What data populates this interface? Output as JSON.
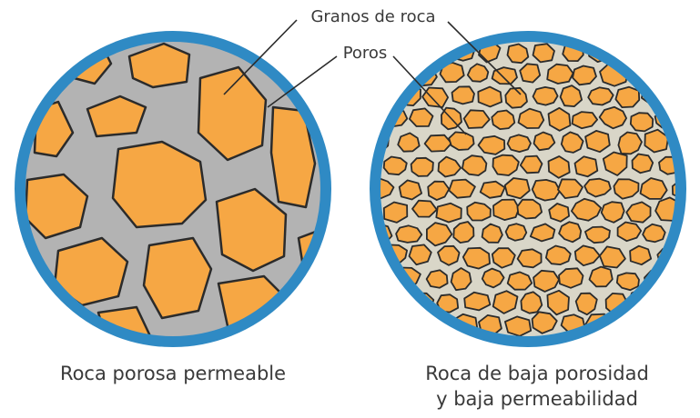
{
  "labels": {
    "grains": "Granos de roca",
    "pores": "Poros"
  },
  "captions": {
    "left": "Roca porosa permeable",
    "right_line1": "Roca de baja porosidad",
    "right_line2": "y baja permeabilidad"
  },
  "colors": {
    "ring": "#2f8ac4",
    "grain": "#f6a744",
    "pore_gray": "#b3b3b3",
    "pore_light": "#d9d6c8",
    "outline": "#2b2b2b",
    "text": "#3a3a3a"
  }
}
